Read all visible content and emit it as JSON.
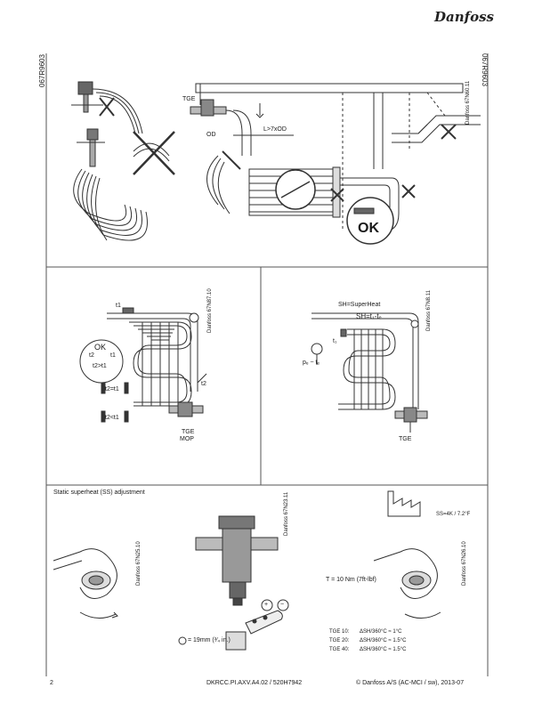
{
  "brand": "Danfoss",
  "doc_code_left": "067R9603",
  "doc_code_right": "067R9603",
  "panel1": {
    "label_tge": "TGE",
    "label_od": "OD",
    "label_l7xod": "L>7xOD",
    "label_ok": "OK",
    "fig_code": "Danfoss 67N60.11"
  },
  "panel2": {
    "label_t1": "t1",
    "label_ok": "OK",
    "label_t2_ok": "t2",
    "label_t1_ok": "t1",
    "label_t2gtt1": "t2>t1",
    "label_t2eqt1": "t2=t1",
    "label_t2lt1": "t2<t1",
    "label_t2": "t2",
    "label_tge": "TGE",
    "label_mop": "MOP",
    "fig_code": "Danfoss 67N87.10"
  },
  "panel3": {
    "label_sh_superheat": "SH=SuperHeat",
    "label_sh_formula": "SH=t₁-tₑ",
    "label_t1": "t₁",
    "label_pe_te": "pₑ ~ tₑ",
    "label_tge": "TGE",
    "fig_code": "Danfoss 67N8.11"
  },
  "panel4": {
    "title": "Static superheat (SS) adjustment",
    "fig_code_left": "Danfoss 67N25.10",
    "fig_code_center": "Danfoss 67N23.11",
    "fig_code_right": "Danfoss 67N26.10",
    "ss_note": "SS=4K / 7.2°F",
    "torque_note": "T = 10 Nm (7ft-lbf)",
    "wrench_size": "= 19mm (³⁄₄ in.)",
    "plus_sign": "+",
    "minus_sign": "−",
    "adjust_table": [
      {
        "model": "TGE 10:",
        "value": "ΔSH/360°C ≈ 1°C"
      },
      {
        "model": "TGE 20:",
        "value": "ΔSH/360°C ≈ 1.5°C"
      },
      {
        "model": "TGE 40:",
        "value": "ΔSH/360°C ≈ 1.5°C"
      }
    ]
  },
  "footer": {
    "page_number": "2",
    "doc_ref": "DKRCC.PI.AXV.A4.02 / 520H7942",
    "copyright": "© Danfoss A/S (AC-MCI / sw), 2013-07"
  }
}
